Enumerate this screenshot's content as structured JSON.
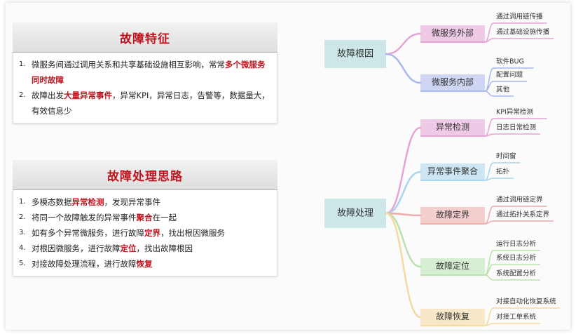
{
  "panel1": {
    "title": "故障特征",
    "items": [
      {
        "num": "1.",
        "segments": [
          {
            "t": "微服务间通过调用关系和共享基础设施相互影响，常常",
            "hl": false
          },
          {
            "t": "多个微服务同时故障",
            "hl": true
          }
        ]
      },
      {
        "num": "2.",
        "segments": [
          {
            "t": "故障出发",
            "hl": false
          },
          {
            "t": "大量异常事件",
            "hl": true
          },
          {
            "t": "，异常KPI，异常日志，告警等，数据量大，有效信息少",
            "hl": false
          }
        ]
      }
    ]
  },
  "panel2": {
    "title": "故障处理思路",
    "items": [
      {
        "num": "1.",
        "segments": [
          {
            "t": "多模态数据",
            "hl": false
          },
          {
            "t": "异常检测",
            "hl": true
          },
          {
            "t": "，发现异常事件",
            "hl": false
          }
        ]
      },
      {
        "num": "2.",
        "segments": [
          {
            "t": "将同一个故障触发的异常事件",
            "hl": false
          },
          {
            "t": "聚合",
            "hl": true
          },
          {
            "t": "在一起",
            "hl": false
          }
        ]
      },
      {
        "num": "3.",
        "segments": [
          {
            "t": "如有多个异常微服务，进行故障",
            "hl": false
          },
          {
            "t": "定界",
            "hl": true
          },
          {
            "t": "，找出根因微服务",
            "hl": false
          }
        ]
      },
      {
        "num": "4.",
        "segments": [
          {
            "t": "对根因微服务，进行故障",
            "hl": false
          },
          {
            "t": "定位",
            "hl": true
          },
          {
            "t": "，找出故障根因",
            "hl": false
          }
        ]
      },
      {
        "num": "5.",
        "segments": [
          {
            "t": "对接故障处理流程，进行故障",
            "hl": false
          },
          {
            "t": "恢复",
            "hl": true
          }
        ]
      }
    ]
  },
  "mindmap": {
    "roots": [
      {
        "label": "故障根因",
        "children": [
          {
            "label": "微服务外部",
            "color": "#e6a3d5",
            "leaves": [
              "通过调用链传播",
              "通过基础设施传播"
            ]
          },
          {
            "label": "微服务内部",
            "color": "#a9b8ec",
            "leaves": [
              "软件BUG",
              "配置问题",
              "其他"
            ]
          }
        ]
      },
      {
        "label": "故障处理",
        "children": [
          {
            "label": "异常检测",
            "color": "#e6a3d5",
            "leaves": [
              "KPI异常检测",
              "日志日常检测"
            ]
          },
          {
            "label": "异常事件聚合",
            "color": "#a9d6ee",
            "leaves": [
              "时间窗",
              "拓扑"
            ]
          },
          {
            "label": "故障定界",
            "color": "#f0aaaa",
            "leaves": [
              "通过调用链定界",
              "通过拓扑关系定界"
            ]
          },
          {
            "label": "故障定位",
            "color": "#b8e3ae",
            "leaves": [
              "运行日志分析",
              "系统日志分析",
              "系统配置分析"
            ]
          },
          {
            "label": "故障恢复",
            "color": "#f5d9a0",
            "leaves": [
              "对接自动化恢复系统",
              "对接工单系统"
            ]
          }
        ]
      }
    ]
  }
}
